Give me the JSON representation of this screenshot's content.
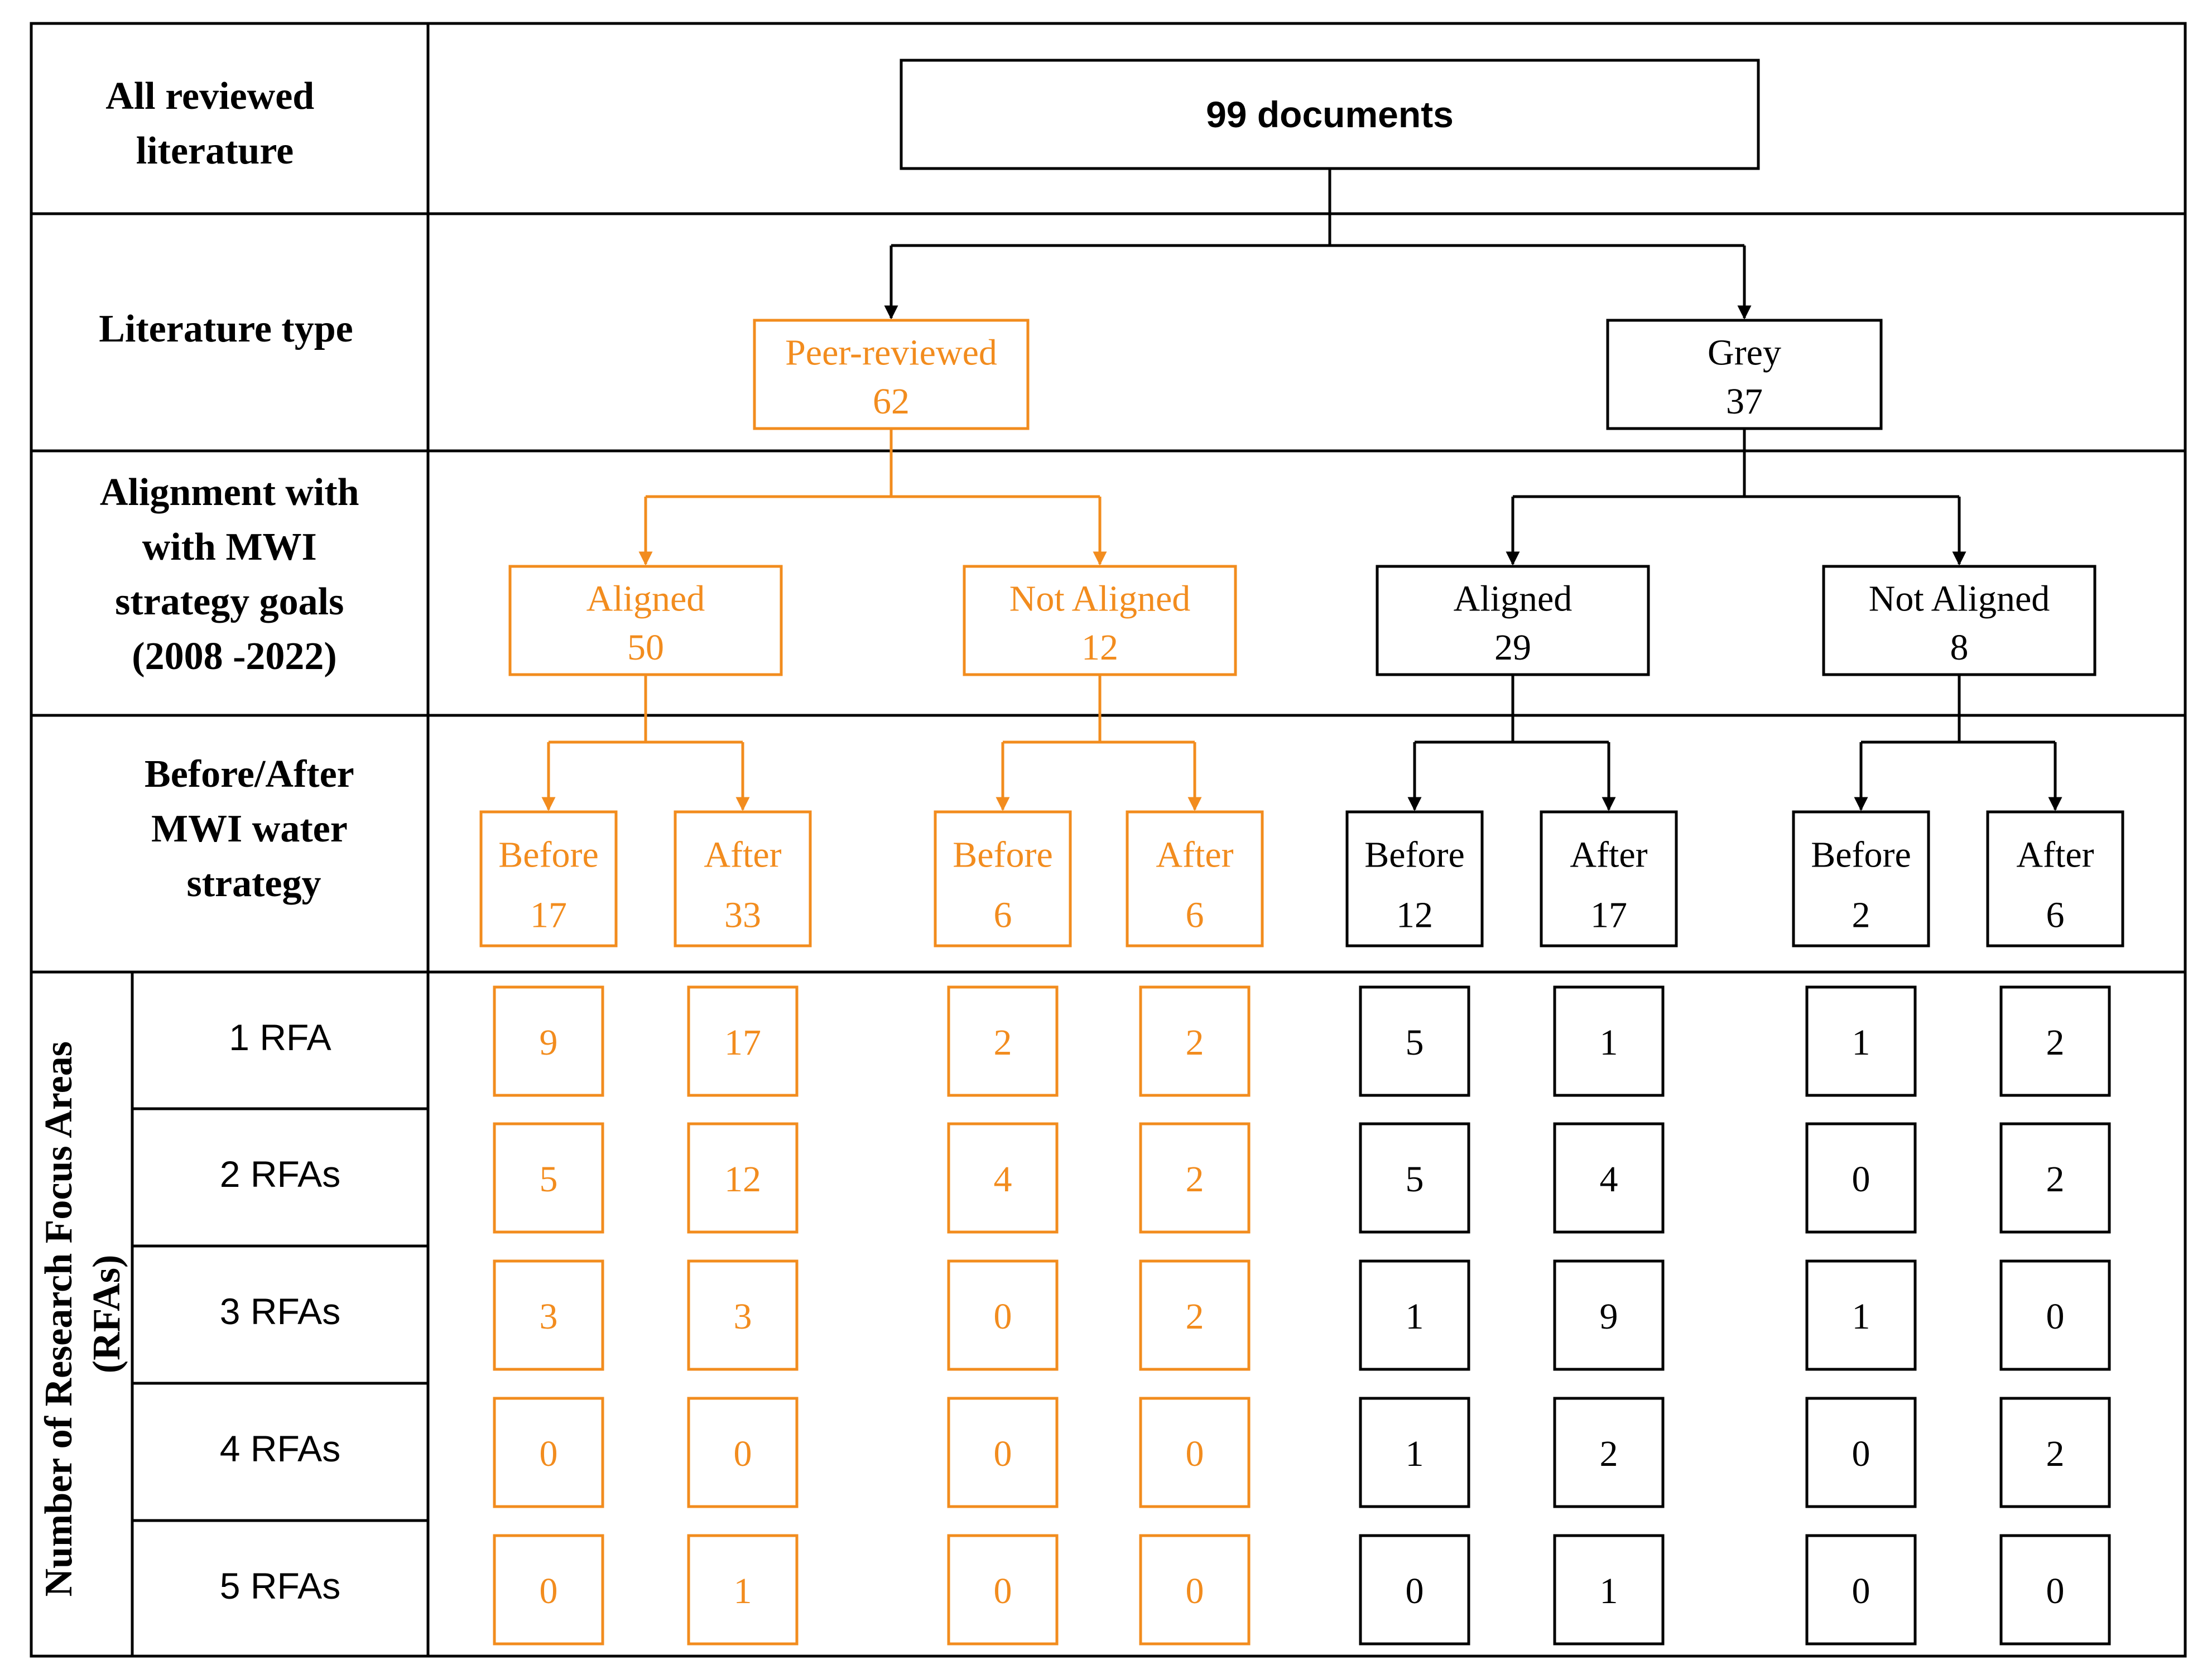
{
  "colors": {
    "orange": "#f28c1e",
    "black": "#000000"
  },
  "rows": {
    "all_reviewed": [
      "All reviewed",
      "literature"
    ],
    "literature_type": "Literature type",
    "alignment": [
      "Alignment with",
      "with MWI",
      "strategy  goals",
      "(2008 -2022)"
    ],
    "before_after": [
      "Before/After",
      "MWI water",
      "strategy"
    ],
    "rfa_axis": [
      "Number of Research Focus  Areas",
      "(RFAs)"
    ],
    "rfa_labels": [
      "1 RFA",
      "2 RFAs",
      "3 RFAs",
      "4 RFAs",
      "5 RFAs"
    ]
  },
  "root": {
    "label": "99 documents"
  },
  "types": [
    {
      "label": "Peer-reviewed",
      "count": "62",
      "color": "orange"
    },
    {
      "label": "Grey",
      "count": "37",
      "color": "black"
    }
  ],
  "alignments": [
    {
      "label": "Aligned",
      "count": "50",
      "color": "orange"
    },
    {
      "label": "Not Aligned",
      "count": "12",
      "color": "orange"
    },
    {
      "label": "Aligned",
      "count": "29",
      "color": "black"
    },
    {
      "label": "Not Aligned",
      "count": "8",
      "color": "black"
    }
  ],
  "periods": [
    {
      "label": "Before",
      "count": "17",
      "color": "orange"
    },
    {
      "label": "After",
      "count": "33",
      "color": "orange"
    },
    {
      "label": "Before",
      "count": "6",
      "color": "orange"
    },
    {
      "label": "After",
      "count": "6",
      "color": "orange"
    },
    {
      "label": "Before",
      "count": "12",
      "color": "black"
    },
    {
      "label": "After",
      "count": "17",
      "color": "black"
    },
    {
      "label": "Before",
      "count": "2",
      "color": "black"
    },
    {
      "label": "After",
      "count": "6",
      "color": "black"
    }
  ],
  "rfa_counts": [
    [
      "9",
      "17",
      "2",
      "2",
      "5",
      "1",
      "1",
      "2"
    ],
    [
      "5",
      "12",
      "4",
      "2",
      "5",
      "4",
      "0",
      "2"
    ],
    [
      "3",
      "3",
      "0",
      "2",
      "1",
      "9",
      "1",
      "0"
    ],
    [
      "0",
      "0",
      "0",
      "0",
      "1",
      "2",
      "0",
      "2"
    ],
    [
      "0",
      "1",
      "0",
      "0",
      "0",
      "1",
      "0",
      "0"
    ]
  ]
}
